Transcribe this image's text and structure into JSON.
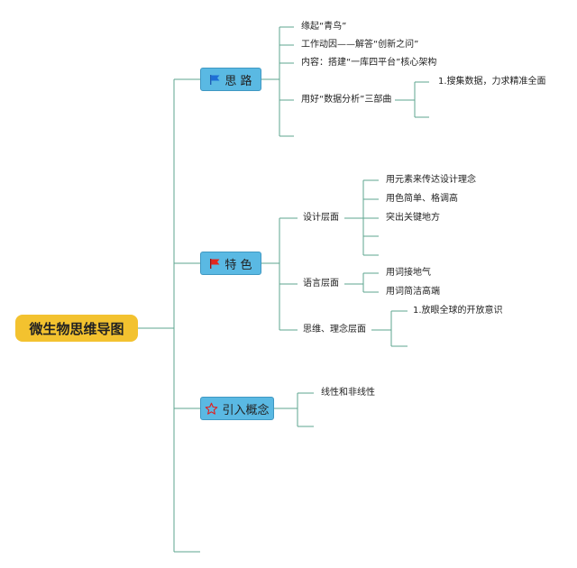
{
  "root": {
    "label": "微生物思维导图"
  },
  "branches": [
    {
      "label": "思 路",
      "icon": "blue-flag-icon",
      "children": [
        {
          "label": "缘起“青鸟”"
        },
        {
          "label": "工作动因——解答“创新之问”"
        },
        {
          "label": "内容：搭建“一库四平台”核心架构"
        },
        {
          "label": "用好“数据分析”三部曲",
          "children": [
            {
              "label": "1.搜集数据，力求精准全面"
            }
          ]
        }
      ]
    },
    {
      "label": "特 色",
      "icon": "red-flag-icon",
      "children": [
        {
          "label": "设计层面",
          "children": [
            {
              "label": "用元素来传达设计理念"
            },
            {
              "label": "用色简单、格调高"
            },
            {
              "label": "突出关键地方"
            }
          ]
        },
        {
          "label": "语言层面",
          "children": [
            {
              "label": "用词接地气"
            },
            {
              "label": "用词简洁高端"
            }
          ]
        },
        {
          "label": "思维、理念层面",
          "children": [
            {
              "label": "1.放眼全球的开放意识"
            }
          ]
        }
      ]
    },
    {
      "label": "引入概念",
      "icon": "star-outline-icon",
      "children": [
        {
          "label": "线性和非线性"
        }
      ]
    }
  ],
  "colors": {
    "root_fill": "#f3c22f",
    "topic_fill": "#5ab9e3",
    "connector": "#5da68f"
  }
}
